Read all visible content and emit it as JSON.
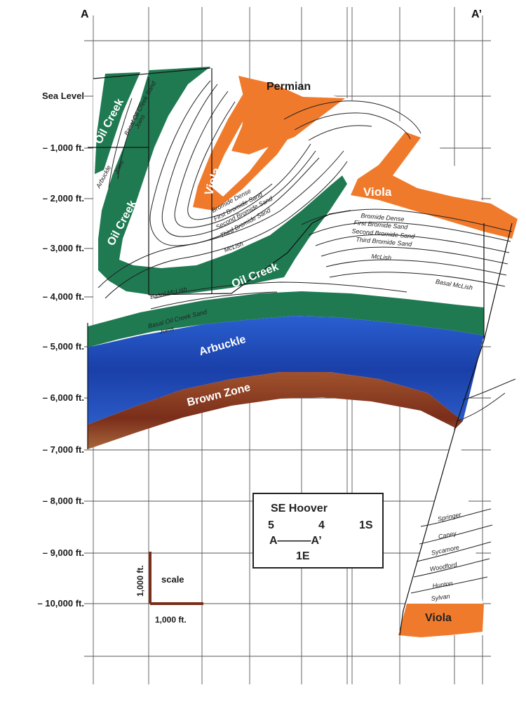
{
  "section": {
    "left_end": "A",
    "right_end": "A’"
  },
  "depth_axis": {
    "labels": [
      "Sea Level",
      "– 1,000 ft.",
      "– 2,000 ft.",
      "– 3,000 ft.",
      "– 4,000 ft.",
      "– 5,000 ft.",
      "– 6,000 ft.",
      "– 7,000 ft.",
      "– 8,000 ft.",
      "– 9,000 ft.",
      "– 10,000 ft."
    ]
  },
  "units": {
    "permian": "Permian",
    "oil_creek_upper_left": "Oil Creek",
    "oil_creek_mid_left": "Oil Creek",
    "oil_creek_center": "Oil Creek",
    "viola_center": "Viola",
    "viola_right": "Viola",
    "viola_bottom": "Viola",
    "arbuckle": "Arbuckle",
    "brown_zone": "Brown Zone"
  },
  "sub_units": {
    "center": [
      "Bromide Dense",
      "First Bromide Sand",
      "Second Bromide Sand",
      "Third Bromide Sand",
      "McLish"
    ],
    "right": [
      "Bromide Dense",
      "First Bromide Sand",
      "Second Bromide Sand",
      "Third Bromide Sand",
      "McLish"
    ],
    "basal_mclish_center": "Basal McLish",
    "basal_mclish_right": "Basal McLish",
    "basal_oil_creek_sand": "Basal Oil Creek Sand",
    "joins_center": "Joins",
    "upper_left": [
      "Arbuckle",
      "Joins",
      "Basal Oil Creek Sand",
      "Joins"
    ],
    "bottom_right": [
      "Springer",
      "Caney",
      "Sycamore",
      "Woodford",
      "Hunton",
      "Sylvan"
    ]
  },
  "legend": {
    "title": "SE Hoover",
    "township_5": "5",
    "township_4": "4",
    "range": "1S",
    "section_line": "A———A’",
    "range_east": "1E"
  },
  "scale": {
    "label": "scale",
    "vertical": "1,000 ft.",
    "horizontal": "1,000 ft."
  },
  "colors": {
    "green": "#1f7a52",
    "orange": "#f07a2c",
    "blue": "#1e4fbf",
    "brown": "#8a3a20",
    "ink": "#1a1a1a"
  }
}
